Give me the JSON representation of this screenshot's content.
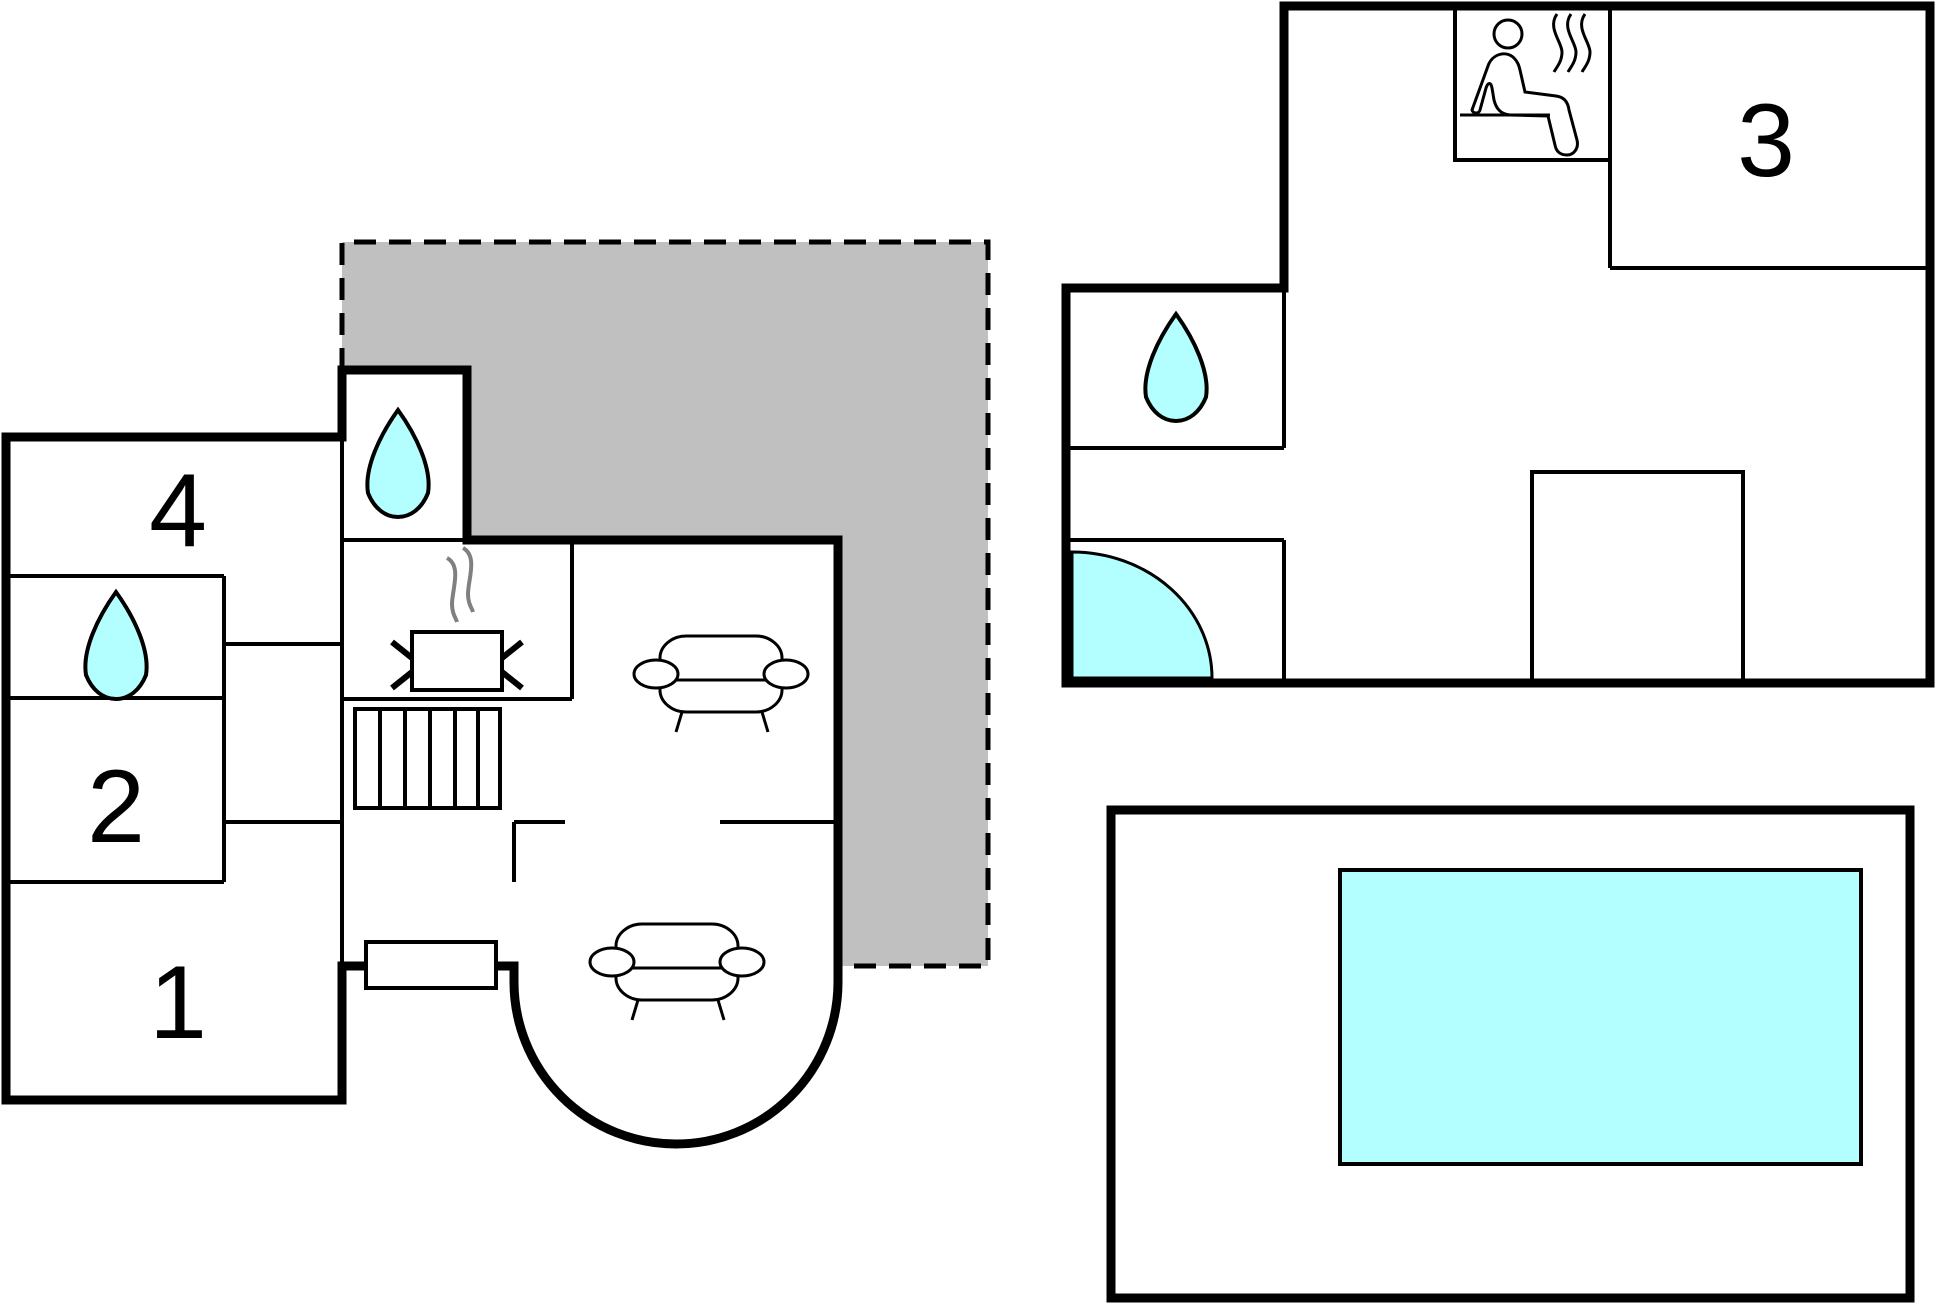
{
  "floorplan": {
    "room_labels": [
      "4",
      "2",
      "1",
      "3"
    ]
  },
  "colors": {
    "water": "#b3ffff",
    "terrace": "#c0c0c0",
    "wall": "#000000",
    "background": "#ffffff",
    "steam": "#808080"
  },
  "icons": {
    "bathroom": "water-drop-icon",
    "kitchen": "cooking-pot-icon",
    "living": "sofa-icon",
    "sauna": "sauna-icon",
    "shower": "shower-tray-icon",
    "pool": "swimming-pool-icon",
    "stairs": "stairs-icon"
  }
}
